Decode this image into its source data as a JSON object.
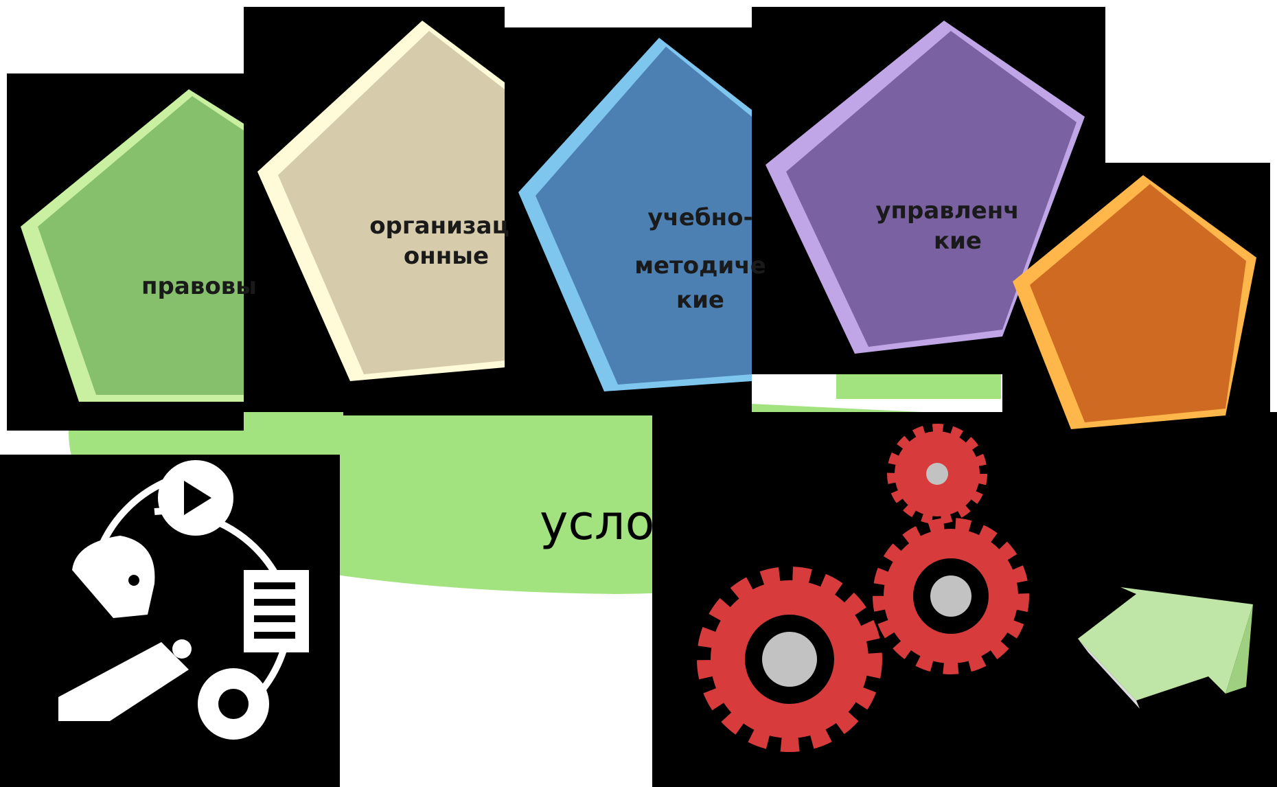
{
  "diagram": {
    "base_label": "усло",
    "pentagons": [
      {
        "id": "legal",
        "lines": [
          "правовы"
        ],
        "color": "#86c06c",
        "light": "#c8f0a0"
      },
      {
        "id": "organizational",
        "lines": [
          "организац",
          "онные"
        ],
        "color": "#d6cbab",
        "light": "#fffbd8"
      },
      {
        "id": "methodical",
        "lines": [
          "учебно-",
          "методиче",
          "кие"
        ],
        "color": "#4c80b3",
        "light": "#7fc6ef"
      },
      {
        "id": "managerial",
        "lines": [
          "управленч",
          "кие"
        ],
        "color": "#7a62a2",
        "light": "#c0a6e6"
      },
      {
        "id": "extra",
        "lines": [],
        "color": "#cf6a22",
        "light": "#ffb64a"
      }
    ],
    "colors": {
      "base": "#a2e37f",
      "gear": "#d83b3b",
      "gear_hub": "#c2c2c2",
      "icon": "#000000",
      "arrow": "#bfe6a6"
    },
    "icons": [
      "person-workflow-icon",
      "gears-icon",
      "arrow-icon"
    ]
  }
}
